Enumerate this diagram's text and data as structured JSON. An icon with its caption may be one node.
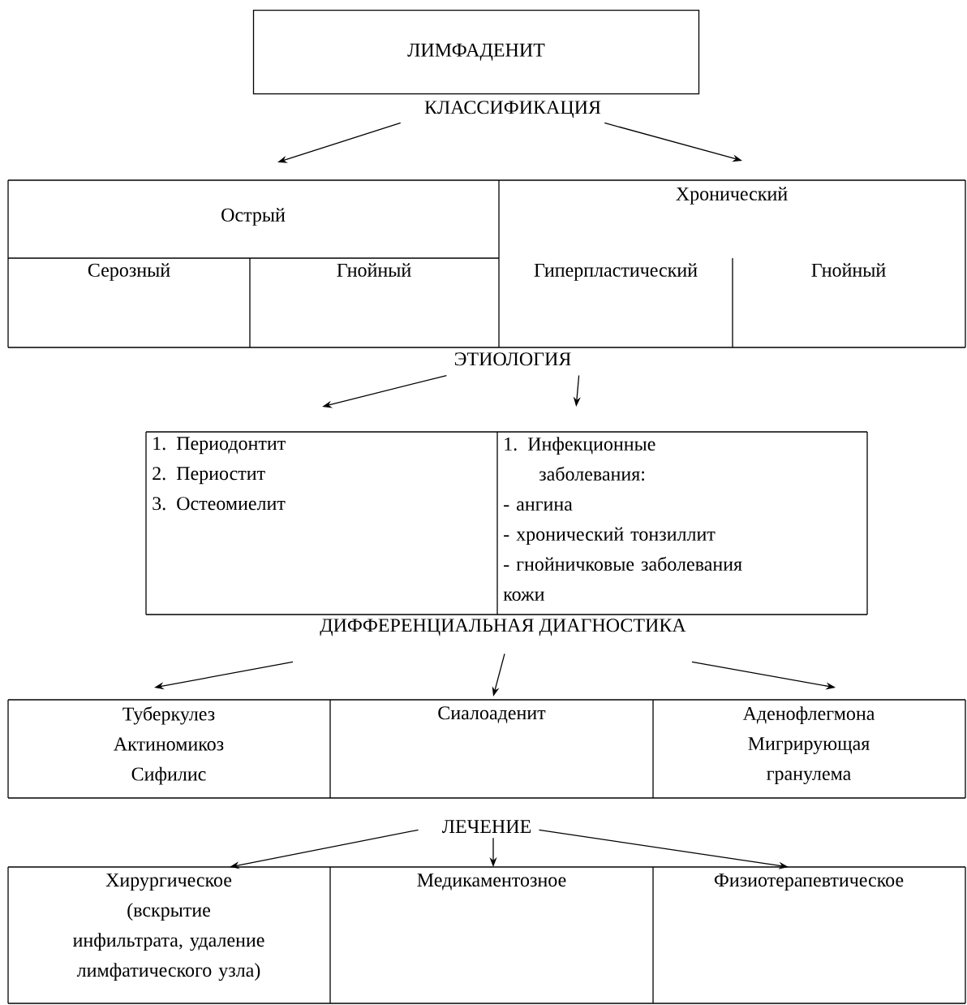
{
  "diagram": {
    "nodes": [
      {
        "text": [
          "ЛИМФАДЕНИТ"
        ]
      },
      {
        "text": [
          "КЛАССИФИКАЦИЯ"
        ]
      },
      {
        "text": [
          "Острый"
        ]
      },
      {
        "text": [
          "Хронический"
        ]
      },
      {
        "text": [
          "Серозный"
        ]
      },
      {
        "text": [
          "Гнойный"
        ]
      },
      {
        "text": [
          "Гиперпластический"
        ]
      },
      {
        "text": [
          "Гнойный"
        ]
      },
      {
        "text": [
          "ЭТИОЛОГИЯ"
        ]
      },
      {
        "text": [
          "1. Периодонтит",
          "2. Периостит",
          "3. Остеомиелит"
        ]
      },
      {
        "text": [
          "1. Инфекционные заболевания:",
          "- ангина",
          "- хронический тонзиллит",
          "- гнойничковые заболевания кожи"
        ]
      },
      {
        "text": [
          "ДИФФЕРЕНЦИАЛЬНАЯ ДИАГНОСТИКА"
        ]
      },
      {
        "text": [
          "Туберкулез",
          "Актиномикоз",
          "Сифилис"
        ]
      },
      {
        "text": [
          "Сиалоаденит"
        ]
      },
      {
        "text": [
          "Аденофлегмона",
          "Мигрирующая гранулема"
        ]
      },
      {
        "text": [
          "ЛЕЧЕНИЕ"
        ]
      },
      {
        "text": [
          "Хирургическое (вскрытие инфильтрата, удаление лимфатического узла)"
        ]
      },
      {
        "text": [
          "Медикаментозное"
        ]
      },
      {
        "text": [
          "Физиотерапевтическое"
        ]
      }
    ],
    "edges": [
      {
        "from": 1,
        "to": 2,
        "arrow": "to"
      },
      {
        "from": 1,
        "to": 3,
        "arrow": "to"
      },
      {
        "from": 8,
        "to": 9,
        "arrow": "to"
      },
      {
        "from": 8,
        "to": 10,
        "arrow": "to"
      },
      {
        "from": 11,
        "to": 12,
        "arrow": "to"
      },
      {
        "from": 11,
        "to": 13,
        "arrow": "to"
      },
      {
        "from": 11,
        "to": 14,
        "arrow": "to"
      },
      {
        "from": 15,
        "to": 16,
        "arrow": "to"
      },
      {
        "from": 15,
        "to": 17,
        "arrow": "to"
      },
      {
        "from": 15,
        "to": 18,
        "arrow": "to"
      }
    ]
  }
}
